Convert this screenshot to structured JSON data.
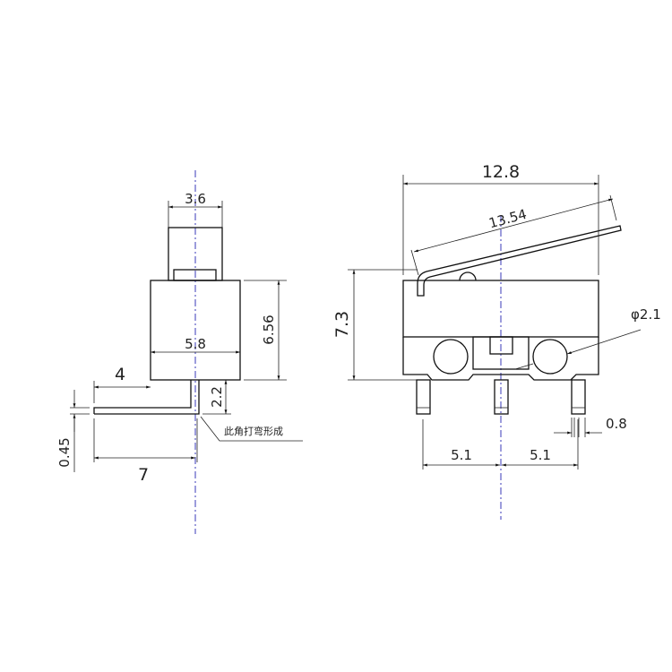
{
  "side_view": {
    "dims": {
      "plunger_width": "3.6",
      "body_width": "5.8",
      "body_height": "6.56",
      "terminal_offset": "4",
      "terminal_length": "7",
      "terminal_drop": "2.2",
      "terminal_thickness": "0.45"
    },
    "note": "此角打弯形成"
  },
  "front_view": {
    "dims": {
      "body_length": "12.8",
      "lever_length": "13.54",
      "height": "7.3",
      "hole_diameter": "φ2.1",
      "pin_pitch_left": "5.1",
      "pin_pitch_right": "5.1",
      "pin_width": "0.8"
    }
  },
  "colors": {
    "line": "#111111",
    "centerline": "#3a3ab8"
  }
}
